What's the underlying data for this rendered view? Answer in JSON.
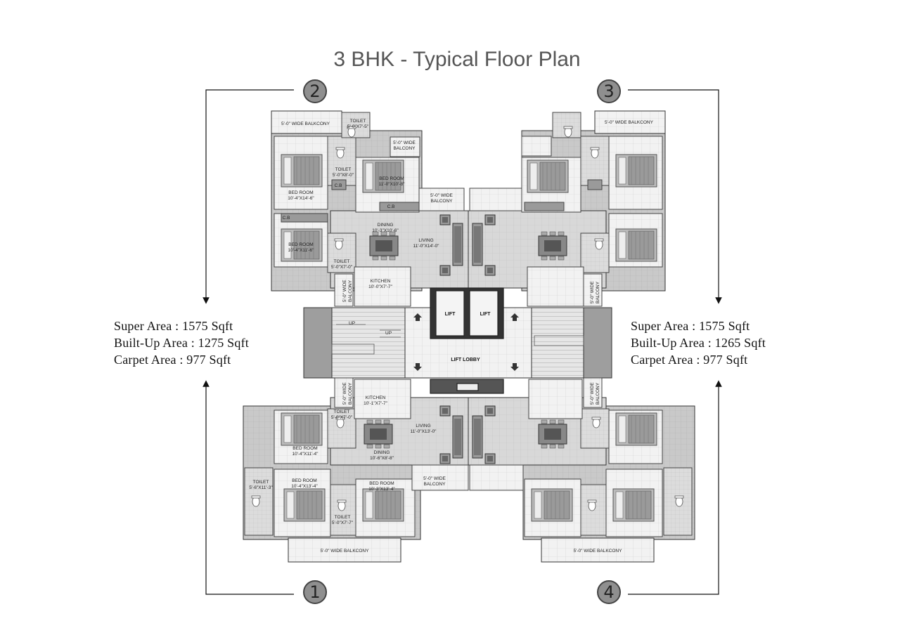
{
  "title": "3 BHK - Typical Floor Plan",
  "unit_badges": [
    "1",
    "2",
    "3",
    "4"
  ],
  "left_areas": {
    "super": "Super Area : 1575 Sqft",
    "built_up": "Built-Up Area : 1275 Sqft",
    "carpet": "Carpet Area : 977 Sqft"
  },
  "right_areas": {
    "super": "Super Area : 1575 Sqft",
    "built_up": "Built-Up Area : 1265 Sqft",
    "carpet": "Carpet Area : 977 Sqft"
  },
  "rooms": {
    "balcony_wide": "5'-0\" WIDE BALKCONY",
    "balcony_5": "5'-0\" WIDE",
    "balcony_word": "BALCONY",
    "toilet": "TOILET",
    "toilet_tl_top": "5'-0\"X7'-5\"",
    "toilet_tl_mid": "5'-0\"X8'-0\"",
    "toilet_tl_low": "5'-0\"X7'-0\"",
    "bed_room": "BED ROOM",
    "bed_tl_main": "10'-4\"X14'-6\"",
    "bed_tl_second": "11'-0\"X10'-8\"",
    "bed_tl_third": "10'-4\"X11'-6\"",
    "cb": "C.B",
    "dining": "DINING",
    "dining_top": "10'-3\"X10'-6\"",
    "living": "LIVING",
    "living_top": "11'-0\"X14'-0\"",
    "kitchen": "KITCHEN",
    "kitchen_top": "10'-0\"X7'-7\"",
    "lift": "LIFT",
    "lift_lobby": "LIFT LOBBY",
    "up": "UP",
    "kitchen_bottom": "10'-1\"X7'-7\"",
    "toilet_bl_top": "5'-0\"X7'-0\"",
    "bed_bl_top": "10'-4\"X11'-4\"",
    "living_bottom": "11'-0\"X13'-0\"",
    "dining_bottom": "10'-6\"X8'-8\"",
    "toilet_bl_side": "5'-6\"X11'-3\"",
    "bed_bl_main": "10'-4\"X13'-4\"",
    "bed_bl_second": "10'-3\"X13'-4\"",
    "toilet_bl_small": "5'-0\"X7'-7\""
  }
}
